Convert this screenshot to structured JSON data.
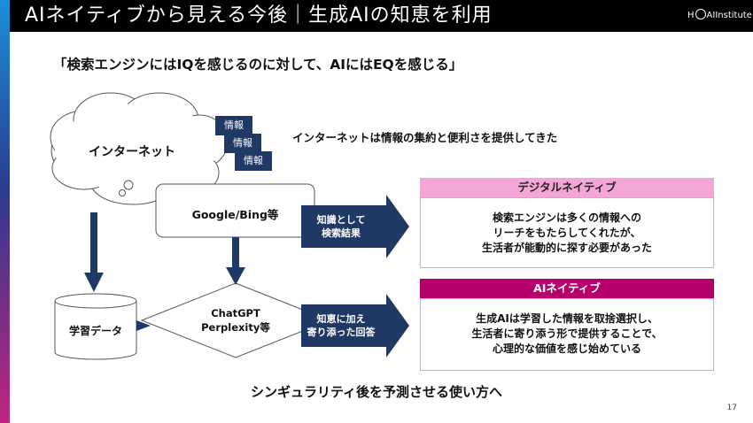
{
  "header": {
    "title": "AIネイティブから見える今後｜生成AIの知恵を利用",
    "logo_left": "H",
    "logo_right": "Institute",
    "logo_mid": "AI"
  },
  "subtitle": "「検索エンジンにはIQを感じるのに対して、AIにはEQを感じる」",
  "diagram": {
    "cloud_label": "インターネット",
    "info_tags": [
      "情報",
      "情報",
      "情報"
    ],
    "internet_caption": "インターネットは情報の集約と便利さを提供してきた",
    "search_engine_label": "Google/Bing等",
    "training_data_label": "学習データ",
    "llm_label_line1": "ChatGPT",
    "llm_label_line2": "Perplexity等",
    "arrow_top_line1": "知識として",
    "arrow_top_line2": "検索結果",
    "arrow_bottom_line1": "知恵に加え",
    "arrow_bottom_line2": "寄り添った回答"
  },
  "digital_native": {
    "header": "デジタルネイティブ",
    "lines": [
      "検索エンジンは多くの情報への",
      "リーチをもたらしてくれたが、",
      "生活者が能動的に探す必要があった"
    ]
  },
  "ai_native": {
    "header": "AIネイティブ",
    "lines": [
      "生成AIは学習した情報を取捨選択し、",
      "生活者に寄り添う形で提供することで、",
      "心理的な価値を感じ始めている"
    ]
  },
  "conclusion": "シンギュラリティ後を予測させる使い方へ",
  "page_number": "17",
  "colors": {
    "navy": "#1f3864",
    "digital_header_bg": "#f4a6d6",
    "ai_header_bg": "#b5006e"
  }
}
